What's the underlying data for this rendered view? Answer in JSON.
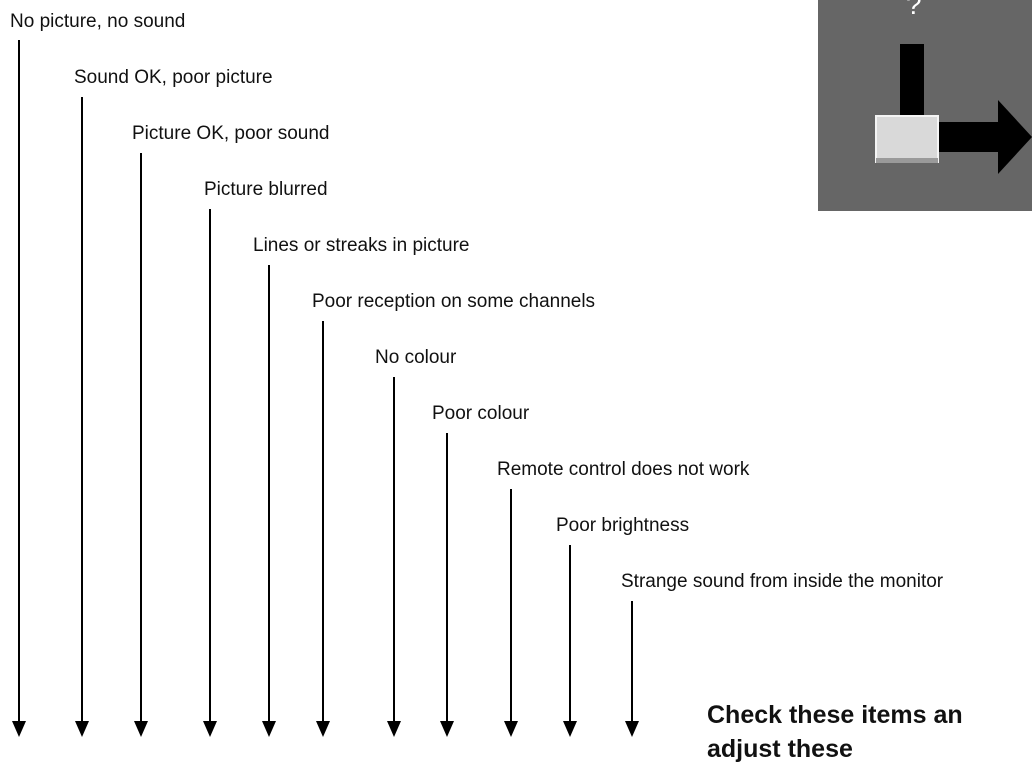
{
  "diagram": {
    "symptoms": [
      "No picture, no sound",
      "Sound OK, poor picture",
      "Picture OK, poor sound",
      "Picture blurred",
      "Lines or streaks in picture",
      "Poor reception on some channels",
      "No colour",
      "Poor colour",
      "Remote control does not work",
      "Poor brightness",
      "Strange sound from inside the monitor"
    ],
    "check_text": {
      "line1": "Check these items an",
      "line2": "adjust these"
    },
    "icon": {
      "name": "troubleshooting-icon",
      "symbol": "?",
      "background": "#666666",
      "bar_color": "#000000",
      "block_color": "#d9d9d9"
    }
  }
}
